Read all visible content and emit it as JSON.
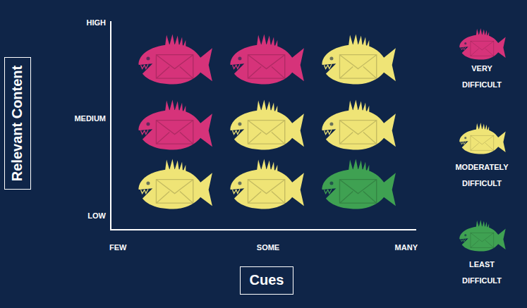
{
  "diagram": {
    "nodes": [
      {
        "text": [
          "Relevant Content"
        ]
      },
      {
        "text": [
          "Cues"
        ]
      }
    ],
    "labels": [
      "HIGH",
      "MEDIUM",
      "LOW",
      "FEW",
      "SOME",
      "MANY"
    ],
    "legend": [
      {
        "text": "VERY DIFFICULT",
        "color": "#d6337a"
      },
      {
        "text": "MODERATELY DIFFICULT",
        "color": "#efe476"
      },
      {
        "text": "LEAST DIFFICULT",
        "color": "#3fa152"
      }
    ]
  }
}
